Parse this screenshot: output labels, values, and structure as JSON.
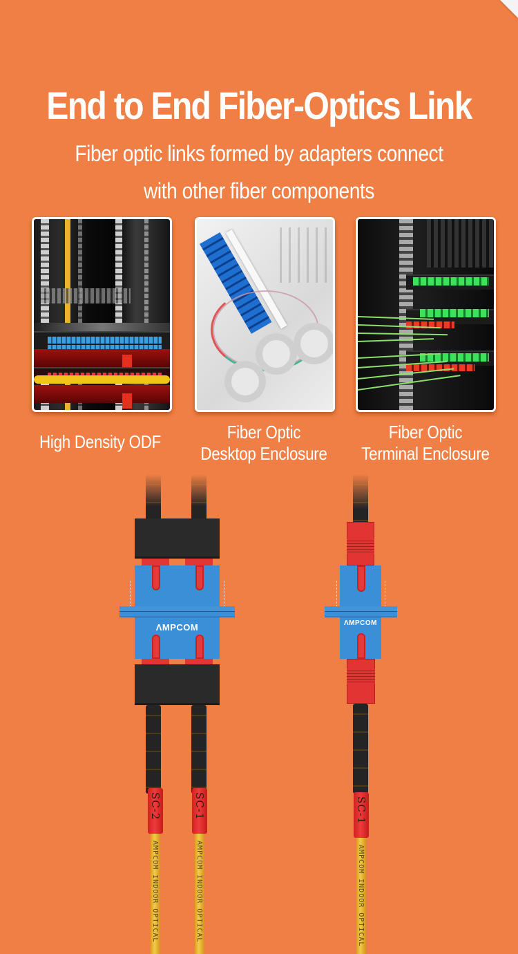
{
  "header": {
    "title": "End to End Fiber-Optics Link",
    "subtitle_line1": "Fiber optic links formed by adapters connect",
    "subtitle_line2": "with other fiber components"
  },
  "components": [
    {
      "caption_line1": "High Density ODF",
      "caption_line2": "",
      "image": "rack-odf-photo"
    },
    {
      "caption_line1": "Fiber Optic",
      "caption_line2": "Desktop Enclosure",
      "image": "desktop-enclosure-photo"
    },
    {
      "caption_line1": "Fiber Optic",
      "caption_line2": "Terminal Enclosure",
      "image": "terminal-enclosure-photo"
    }
  ],
  "illustration": {
    "duplex_adapter": {
      "brand": "ΛMPCOM",
      "cable_labels": [
        "SC-2",
        "SC-1"
      ],
      "cable_print": "AMPCOM INDOOR OPTICAL"
    },
    "simplex_adapter": {
      "brand": "ΛMPCOM",
      "cable_labels": [
        "SC-1"
      ],
      "cable_print": "AMPCOM INDOOR OPTICAL"
    }
  },
  "colors": {
    "background": "#EF7F44",
    "adapter_blue": "#3B8FD6",
    "connector_red": "#E33434",
    "connector_black": "#2A2A2A",
    "cable_yellow": "#F0C040"
  }
}
